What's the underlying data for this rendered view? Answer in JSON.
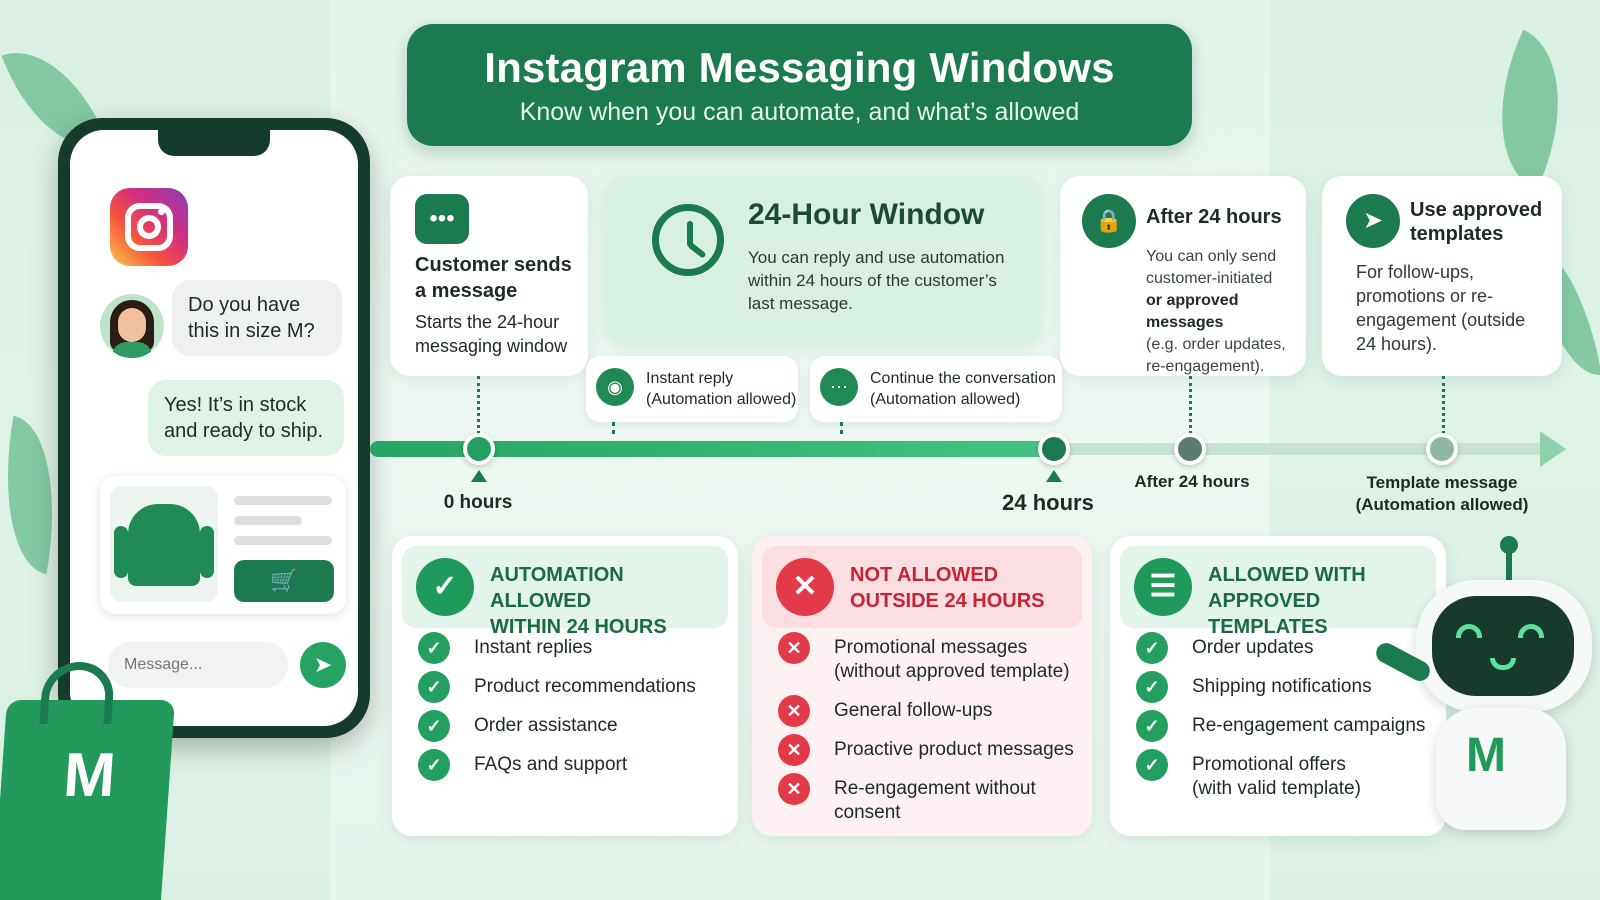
{
  "header": {
    "title": "Instagram Messaging Windows",
    "subtitle": "Know when you can automate, and what’s allowed"
  },
  "phone": {
    "incoming_message": "Do you have this in size M?",
    "reply_message": "Yes! It’s in stock and ready to ship.",
    "input_placeholder": "Message...",
    "icons": [
      "instagram-logo",
      "cart-icon",
      "send-icon"
    ]
  },
  "brand_letter": "M",
  "steps": {
    "customer": {
      "title": "Customer sends a message",
      "desc": "Starts the 24-hour messaging window"
    },
    "window": {
      "title": "24-Hour Window",
      "desc": "You can reply and use automation within 24 hours of the customer’s last message."
    },
    "after": {
      "title": "After 24 hours",
      "desc_1": "You can only send customer-initiated",
      "desc_2": "or approved messages",
      "desc_3": "(e.g. order updates, re-engagement)."
    },
    "templates": {
      "title": "Use approved templates",
      "desc": "For follow-ups, promotions or re-engagement (outside 24 hours)."
    }
  },
  "mini": {
    "instant": {
      "line1": "Instant reply",
      "line2": "(Automation allowed)"
    },
    "continue": {
      "line1": "Continue the conversation",
      "line2": "(Automation allowed)"
    }
  },
  "timeline": {
    "label_0": "0 hours",
    "label_24": "24 hours",
    "label_after": "After 24 hours",
    "label_template_1": "Template message",
    "label_template_2": "(Automation allowed)"
  },
  "panels": {
    "allowed": {
      "title_1": "AUTOMATION ALLOWED",
      "title_2": "WITHIN 24 HOURS",
      "items": [
        "Instant replies",
        "Product recommendations",
        "Order assistance",
        "FAQs and support"
      ]
    },
    "not_allowed": {
      "title_1": "NOT ALLOWED",
      "title_2": "OUTSIDE 24 HOURS",
      "items": [
        "Promotional messages",
        "(without approved template)",
        "General follow-ups",
        "Proactive product messages",
        "Re-engagement without consent"
      ]
    },
    "templates": {
      "title_1": "ALLOWED WITH",
      "title_2": "APPROVED TEMPLATES",
      "items": [
        "Order updates",
        "Shipping notifications",
        "Re-engagement campaigns",
        "Promotional offers",
        "(with valid template)"
      ]
    }
  },
  "colors": {
    "brand_green": "#1b7a4f",
    "accent_green": "#26a363",
    "alert_red": "#e23a48"
  }
}
